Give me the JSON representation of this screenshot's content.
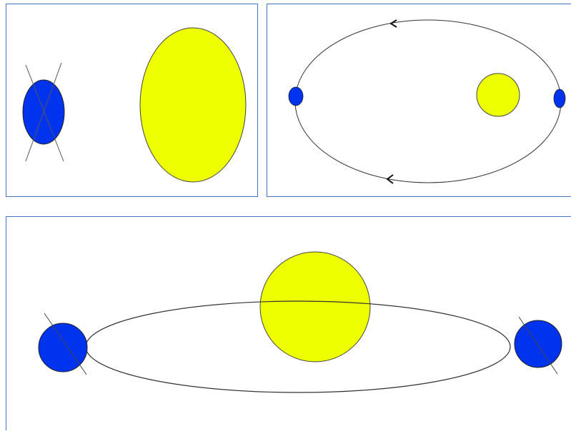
{
  "colors": {
    "earth": "#0033ee",
    "sun": "#eeff00",
    "orbit": "#333333",
    "panel_border": "#4472c4",
    "background": "#ffffff"
  },
  "panels": [
    {
      "name": "tilted-earth-and-sun",
      "elements": [
        "earth-icon",
        "axis-line",
        "sun-icon"
      ]
    },
    {
      "name": "elliptical-orbit-top-view",
      "elements": [
        "orbit-ellipse",
        "direction-arrow-top",
        "direction-arrow-bottom",
        "sun-icon",
        "earth-left-icon",
        "earth-right-icon"
      ]
    },
    {
      "name": "orbit-side-view",
      "elements": [
        "orbit-ellipse",
        "sun-icon",
        "earth-left-icon",
        "earth-right-icon",
        "axis-line"
      ]
    }
  ]
}
